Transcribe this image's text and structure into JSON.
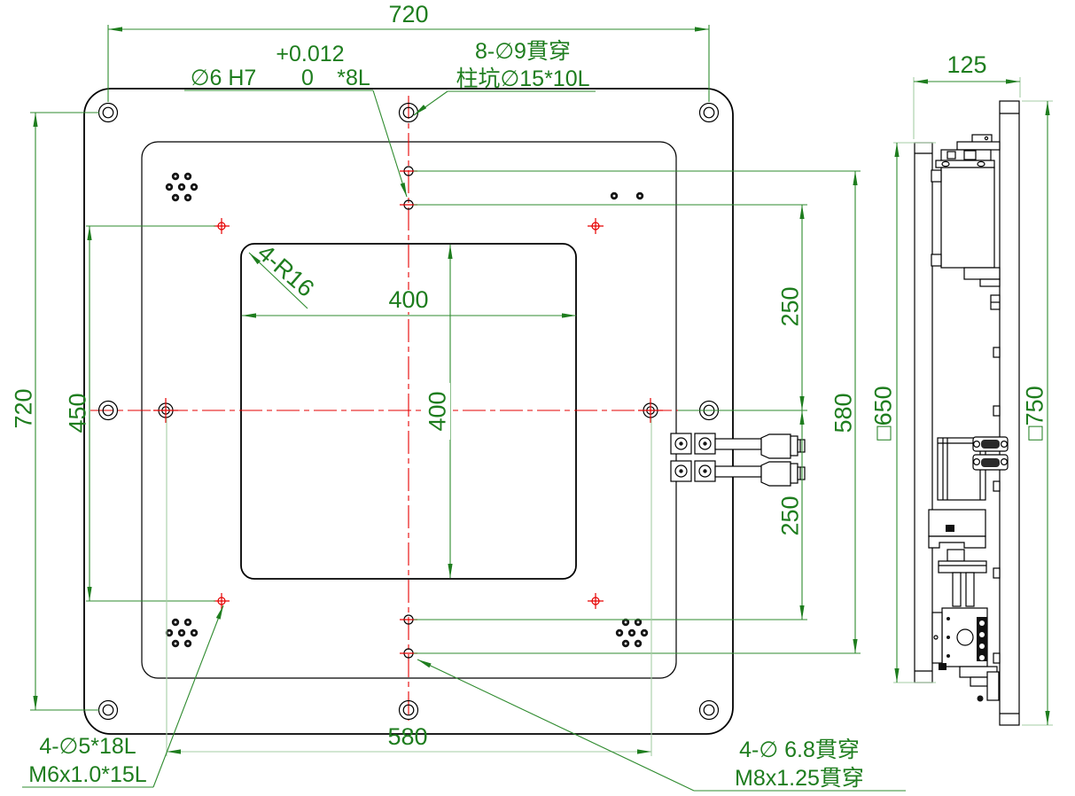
{
  "drawing": {
    "dims": {
      "top_720": "720",
      "left_720": "720",
      "left_450": "450",
      "opening_w_400": "400",
      "opening_h_400": "400",
      "fillet_r16": "4-R16",
      "right_250_top": "250",
      "right_250_bottom": "250",
      "right_580": "580",
      "bottom_580": "580",
      "side_125": "125",
      "side_sq650": "□650",
      "side_sq750": "□750"
    },
    "notes": {
      "dowel_dia": "∅6 H7",
      "dowel_tol_upper": "+0.012",
      "dowel_tol_lower": "0",
      "dowel_depth": "*8L",
      "cbore_line1": "8-∅9貫穿",
      "cbore_line2": "柱坑∅15*10L",
      "front_hole_line1": "4-∅5*18L",
      "front_hole_line2": "M6x1.0*15L",
      "back_hole_line1": "4-∅ 6.8貫穿",
      "back_hole_line2": "M8x1.25貫穿"
    },
    "colors": {
      "dimension_green": "#1e7d1e",
      "centerline_red": "#e60000",
      "outline_black": "#000000"
    }
  }
}
